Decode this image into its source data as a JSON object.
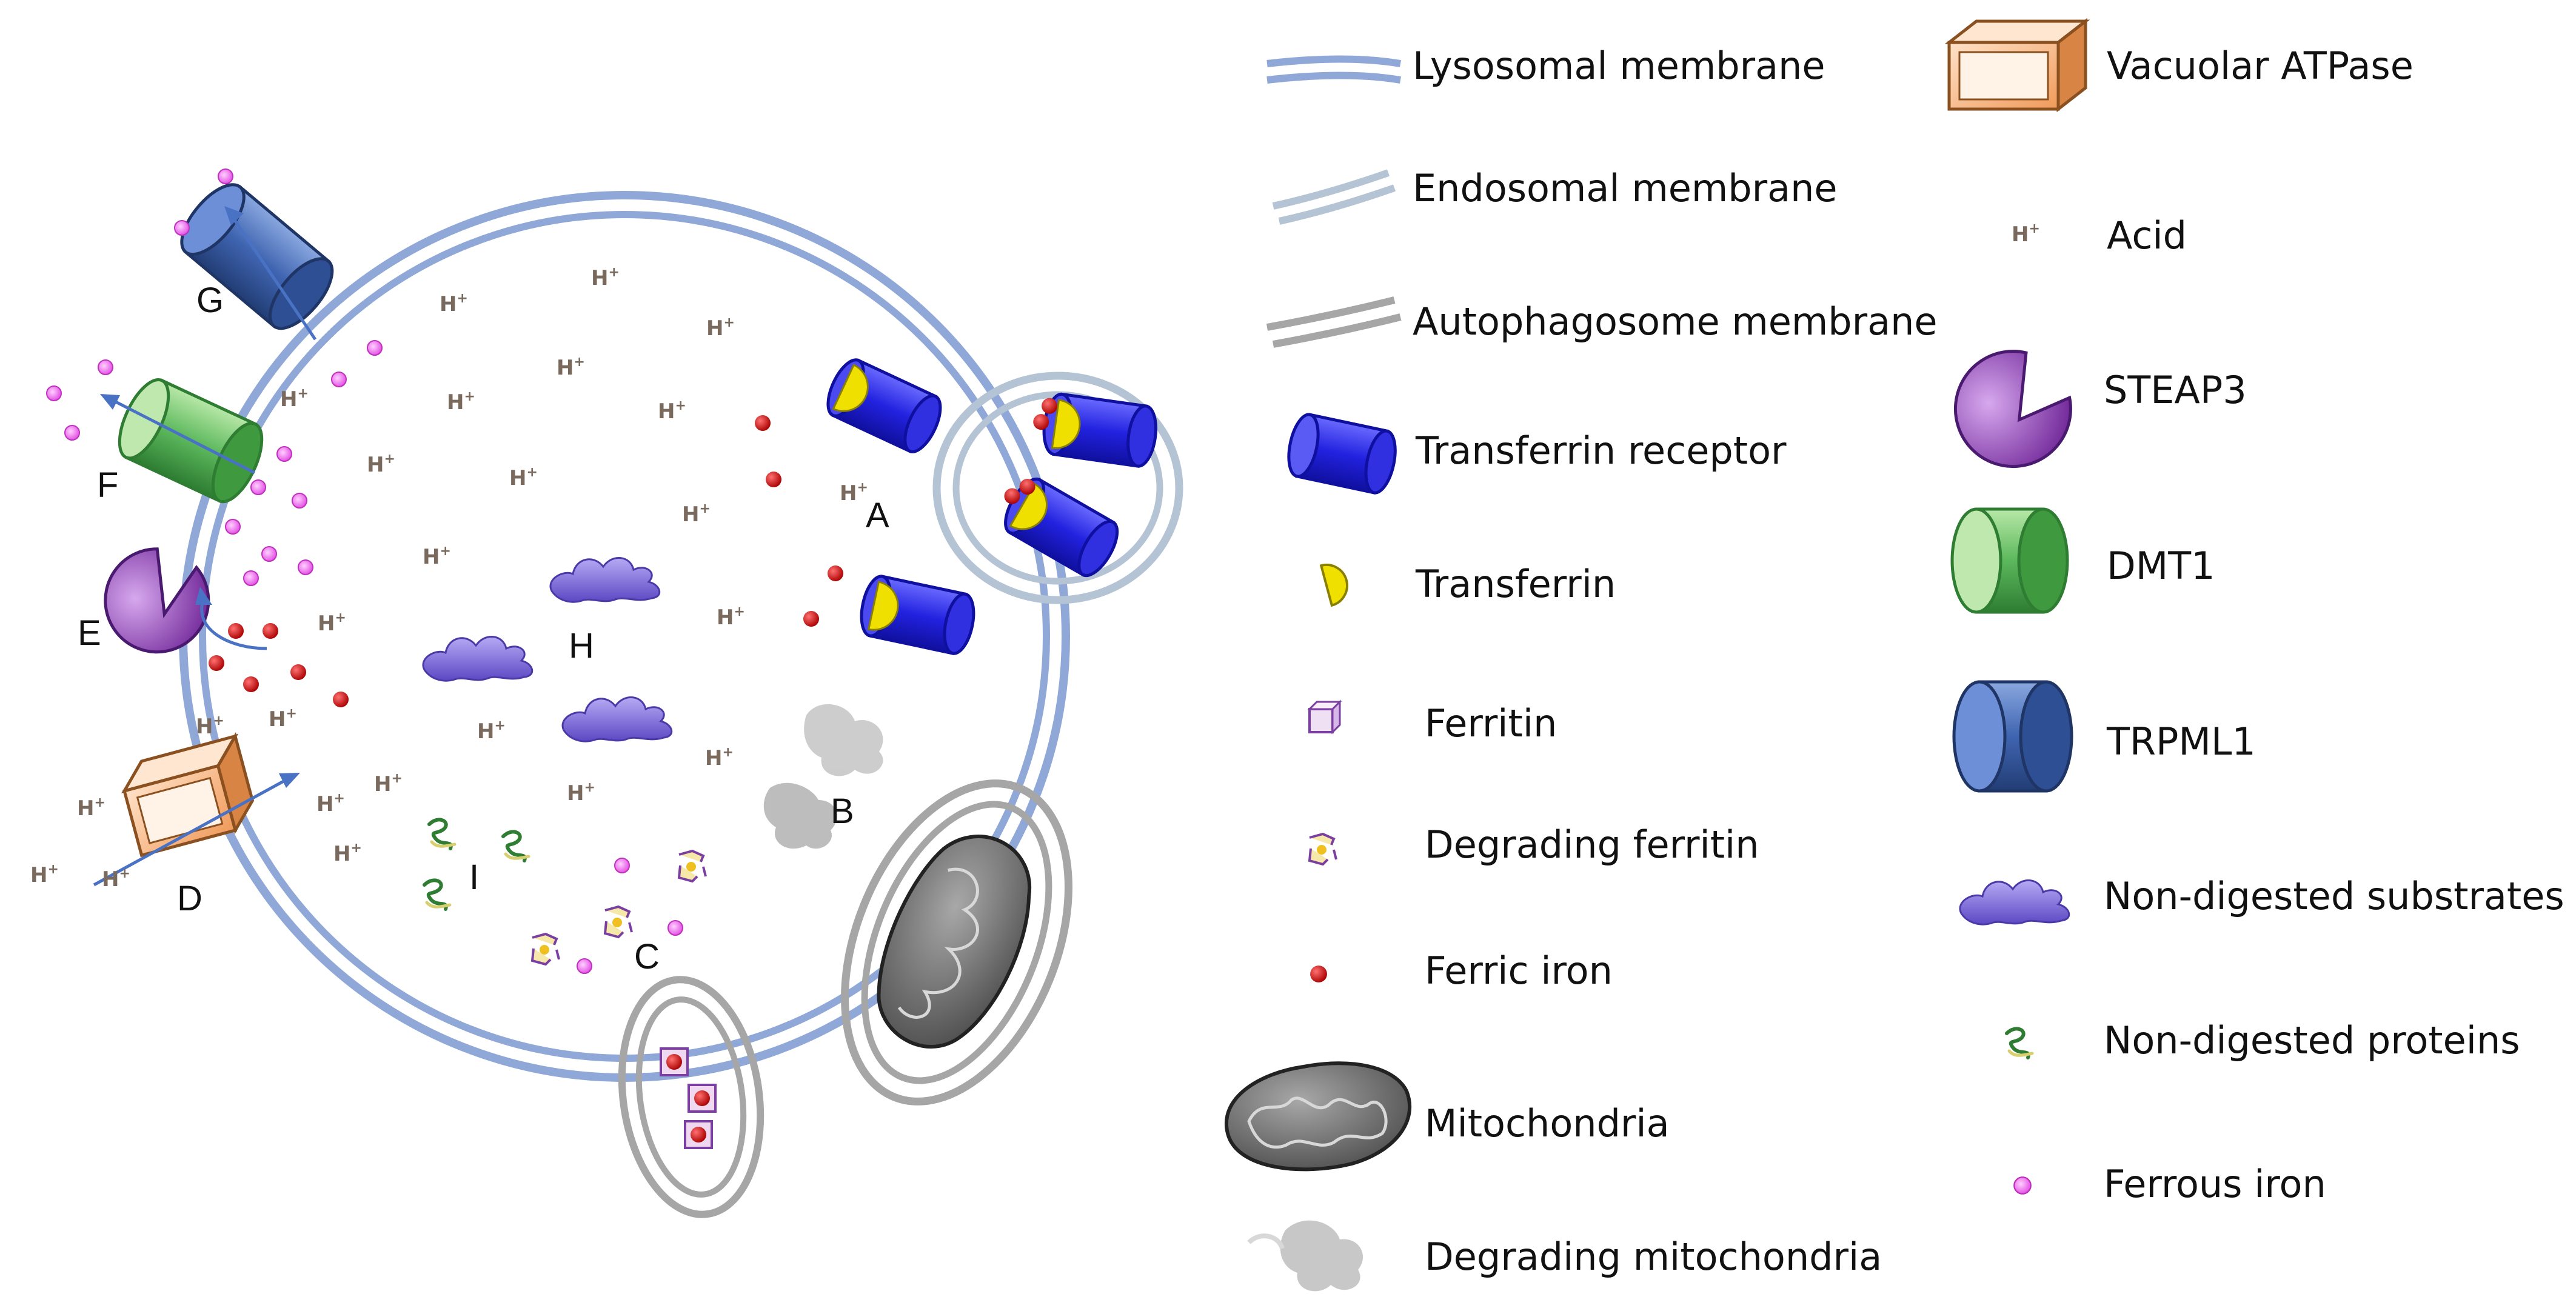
{
  "diagram": {
    "acid_symbol": "H+",
    "region_labels": {
      "A": "A",
      "B": "B",
      "C": "C",
      "D": "D",
      "E": "E",
      "F": "F",
      "G": "G",
      "H": "H",
      "I": "I"
    }
  },
  "legend": {
    "left": [
      {
        "icon": "lysosomal-membrane-icon",
        "label": "Lysosomal membrane"
      },
      {
        "icon": "endosomal-membrane-icon",
        "label": "Endosomal membrane"
      },
      {
        "icon": "autophagosome-membrane-icon",
        "label": "Autophagosome membrane"
      },
      {
        "icon": "transferrin-receptor-icon",
        "label": "Transferrin receptor"
      },
      {
        "icon": "transferrin-icon",
        "label": "Transferrin"
      },
      {
        "icon": "ferritin-icon",
        "label": "Ferritin"
      },
      {
        "icon": "degrading-ferritin-icon",
        "label": "Degrading ferritin"
      },
      {
        "icon": "ferric-iron-icon",
        "label": "Ferric iron"
      },
      {
        "icon": "mitochondria-icon",
        "label": "Mitochondria"
      },
      {
        "icon": "degrading-mitochondria-icon",
        "label": "Degrading mitochondria"
      }
    ],
    "right": [
      {
        "icon": "vacuolar-atpase-icon",
        "label": "Vacuolar ATPase"
      },
      {
        "icon": "acid-icon",
        "label": "Acid"
      },
      {
        "icon": "steap3-icon",
        "label": "STEAP3"
      },
      {
        "icon": "dmt1-icon",
        "label": "DMT1"
      },
      {
        "icon": "trpml1-icon",
        "label": "TRPML1"
      },
      {
        "icon": "non-digested-substrates-icon",
        "label": "Non-digested substrates"
      },
      {
        "icon": "non-digested-proteins-icon",
        "label": "Non-digested proteins"
      },
      {
        "icon": "ferrous-iron-icon",
        "label": "Ferrous iron"
      }
    ]
  },
  "colors": {
    "lysosomal_membrane": "#8fa8d8",
    "endosomal_membrane": "#b4c4d4",
    "autophagosome_membrane": "#a6a6a6",
    "transferrin_receptor": "#2b2bd6",
    "transferrin": "#f0e000",
    "ferric_iron": "#cc1111",
    "ferrous_iron": "#f060f0",
    "dmt1": "#5cb85c",
    "trpml1": "#3f64b0",
    "steap3": "#8a3ab0",
    "vacuolar_atpase": "#f0a870",
    "substrate": "#7060d0",
    "acid": "#7a6a5e"
  }
}
